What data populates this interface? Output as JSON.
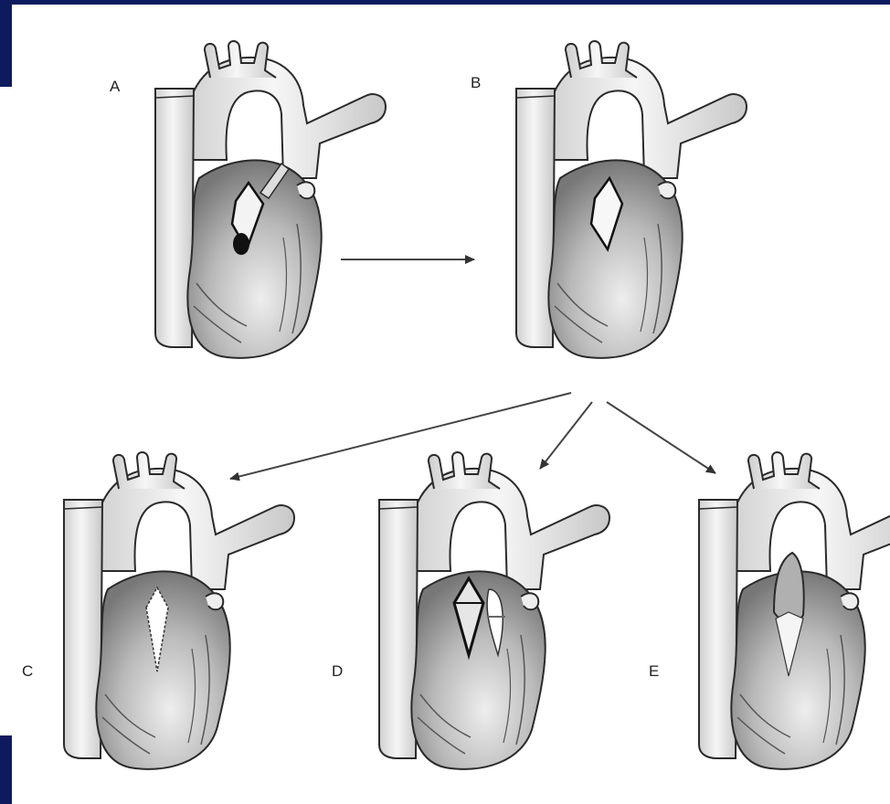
{
  "panels": [
    {
      "id": "A",
      "label": "A"
    },
    {
      "id": "B",
      "label": "B"
    },
    {
      "id": "C",
      "label": "C"
    },
    {
      "id": "D",
      "label": "D"
    },
    {
      "id": "E",
      "label": "E"
    }
  ],
  "colors": {
    "frame": "#0d1b5e",
    "vessel": "#e9e9e9",
    "heart": "#9a9a9a",
    "outline": "#2a2a2a",
    "arrow": "#444444"
  }
}
